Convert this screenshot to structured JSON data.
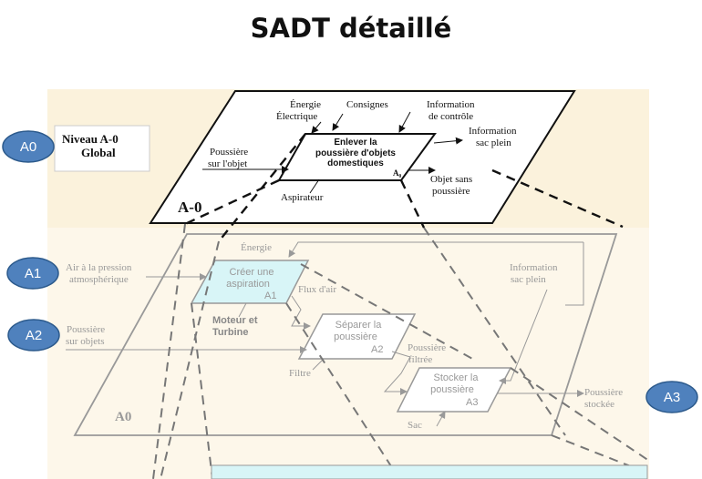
{
  "title": "SADT détaillé",
  "badges": {
    "a0": "A0",
    "a1": "A1",
    "a2": "A2",
    "a3": "A3"
  },
  "level_a0": {
    "title_line1": "Niveau A-0",
    "title_line2": "Global",
    "frame_label": "A-0",
    "box_lines": [
      "Enlever la",
      "poussière d'objets",
      "domestiques"
    ],
    "box_code": "A₀",
    "input_line1": "Poussière",
    "input_line2": "sur l'objet",
    "control_energy_1": "Énergie",
    "control_energy_2": "Électrique",
    "control_orders": "Consignes",
    "control_info_1": "Information",
    "control_info_2": "de contrôle",
    "output_info_1": "Information",
    "output_info_2": "sac plein",
    "output_clean_1": "Objet sans",
    "output_clean_2": "poussière",
    "mechanism": "Aspirateur"
  },
  "level_a0_detail": {
    "frame_label": "A0",
    "energy": "Énergie",
    "info_1": "Information",
    "info_2": "sac plein",
    "air_1": "Air à la pression",
    "air_2": "atmosphérique",
    "dust_in_1": "Poussière",
    "dust_in_2": "sur objets",
    "airflow": "Flux d'air",
    "motor_1": "Moteur et",
    "motor_2": "Turbine",
    "filter": "Filtre",
    "dust_filtered_1": "Poussière",
    "dust_filtered_2": "filtrée",
    "bag": "Sac",
    "dust_stored_1": "Poussière",
    "dust_stored_2": "stockée",
    "box_a1": [
      "Créer une",
      "aspiration",
      "A1"
    ],
    "box_a2": [
      "Séparer la",
      "poussière",
      "A2"
    ],
    "box_a3": [
      "Stocker la",
      "poussière",
      "A3"
    ]
  },
  "colors": {
    "badge_fill": "#4f81bd",
    "badge_stroke": "#2c5a8c",
    "panel_a0": "#fbf2dc",
    "panel_detail": "#fdf7ea",
    "highlight": "#d8f5f7",
    "faded": "#999999"
  }
}
